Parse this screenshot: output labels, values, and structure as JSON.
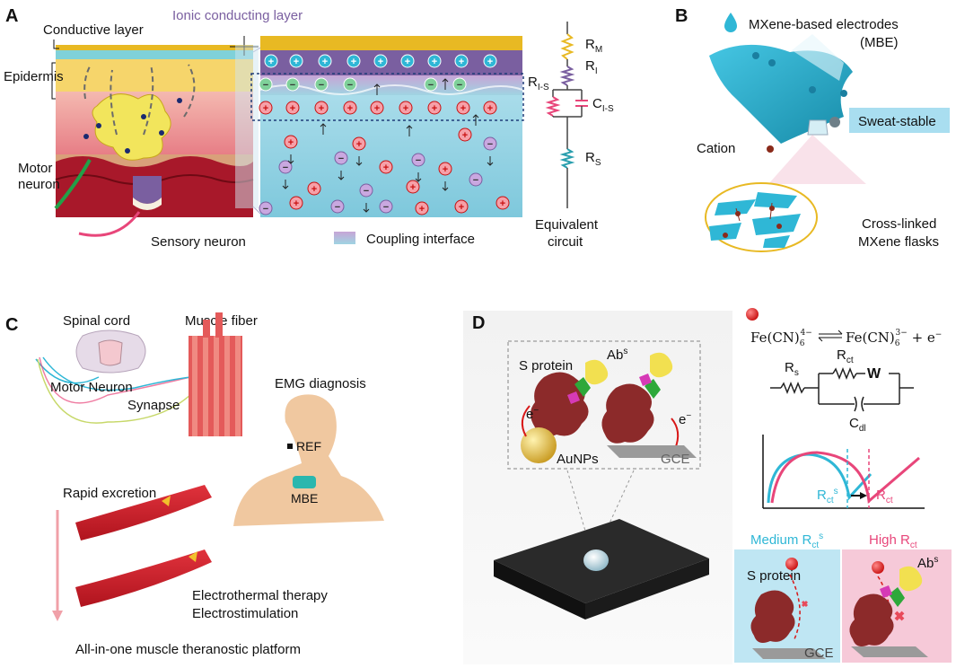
{
  "panels": {
    "A": {
      "letter": "A",
      "conductive_layer": "Conductive layer",
      "ionic_layer": "Ionic conducting layer",
      "epidermis": "Epidermis",
      "motor_neuron_1": "Motor",
      "motor_neuron_2": "neuron",
      "sensory_neuron": "Sensory neuron",
      "coupling_interface": "Coupling interface",
      "circuit": {
        "rm": "R",
        "rm_sub": "M",
        "ri": "R",
        "ri_sub": "I",
        "ris": "R",
        "ris_sub": "I-S",
        "cis": "C",
        "cis_sub": "I-S",
        "rs": "R",
        "rs_sub": "S",
        "label_1": "Equivalent",
        "label_2": "circuit"
      },
      "plus": "+",
      "minus": "−"
    },
    "B": {
      "letter": "B",
      "mbe_1": "MXene-based electrodes",
      "mbe_2": "(MBE)",
      "sweat_stable": "Sweat-stable",
      "cation": "Cation",
      "crosslinked_1": "Cross-linked",
      "crosslinked_2": "MXene flasks"
    },
    "C": {
      "letter": "C",
      "spinal_cord": "Spinal cord",
      "muscle_fiber": "Muscle fiber",
      "motor_neuron": "Motor Neuron",
      "synapse": "Synapse",
      "emg": "EMG diagnosis",
      "ref": "REF",
      "mbe": "MBE",
      "rapid_excretion": "Rapid excretion",
      "therapy_1": "Electrothermal therapy",
      "therapy_2": "Electrostimulation",
      "platform": "All-in-one muscle theranostic platform"
    },
    "D": {
      "letter": "D",
      "s_protein": "S protein",
      "ab": "Ab",
      "ab_sup": "s",
      "electron": "e",
      "electron_sup": "−",
      "aunps": "AuNPs",
      "gce": "GCE",
      "equation": {
        "lhs": "Fe(CN)",
        "lhs_sub": "6",
        "lhs_sup": "4−",
        "rhs": "Fe(CN)",
        "rhs_sub": "6",
        "rhs_sup": "3−",
        "tail": " + e",
        "tail_sup": "−"
      },
      "circuit": {
        "rs": "R",
        "rs_sub": "s",
        "rct": "R",
        "rct_sub": "ct",
        "w": "W",
        "cdl": "C",
        "cdl_sub": "dl"
      },
      "plot": {
        "rcts": "R",
        "rcts_sub": "ct",
        "rcts_sup": "s",
        "rct": "R",
        "rct_sub": "ct"
      },
      "medium": {
        "prefix": "Medium R",
        "sub": "ct",
        "sup": "s"
      },
      "high": {
        "prefix": "High R",
        "sub": "ct"
      },
      "s_protein_2": "S protein",
      "gce_2": "GCE",
      "ab_2": "Ab",
      "ab_2_sup": "s"
    }
  },
  "colors": {
    "cyan": "#2fb7d6",
    "pink": "#e8467a",
    "ionic": "#7a5fa0",
    "gold": "#e8b923",
    "muscle": "#c8202b",
    "skin": "#f0c8a0"
  }
}
